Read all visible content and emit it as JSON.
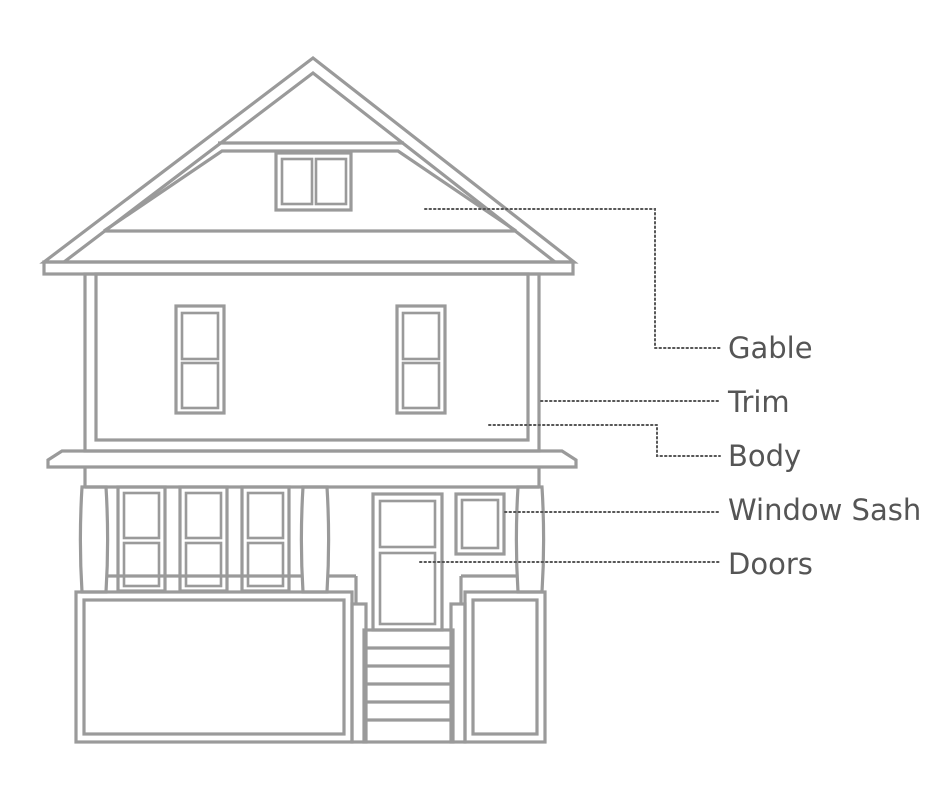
{
  "diagram": {
    "labels": {
      "gable": "Gable",
      "trim": "Trim",
      "body": "Body",
      "window_sash": "Window Sash",
      "doors": "Doors"
    }
  },
  "colors": {
    "line": "#9a9a9a",
    "leader": "#555555",
    "label_text": "#555555",
    "background": "#ffffff"
  }
}
